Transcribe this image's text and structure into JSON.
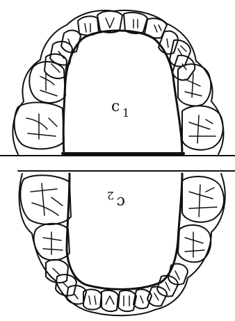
{
  "colors": {
    "ink": "#111111",
    "background": "#ffffff"
  },
  "upper_arch": {
    "label_main": "c",
    "label_sub": "1"
  },
  "lower_arch": {
    "label_main": "c",
    "label_sub": "2",
    "label_orientation": "upside-down"
  }
}
